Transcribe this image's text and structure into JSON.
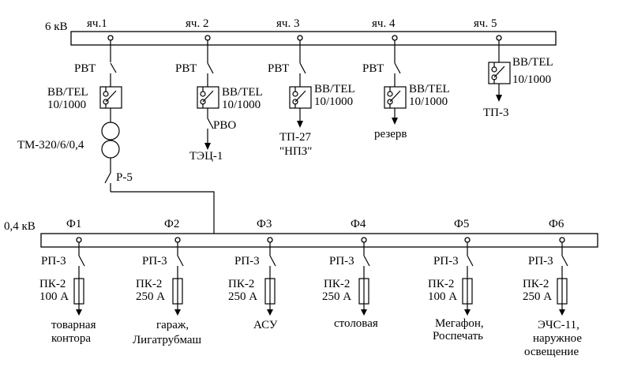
{
  "bus_hv": {
    "label": "6 кВ"
  },
  "bus_lv": {
    "label": "0,4 кВ"
  },
  "cells": [
    {
      "name": "яч.1",
      "disconnector": "РВТ",
      "breaker": "ВВ/TEL",
      "rating": "10/1000",
      "transformer": "ТМ-320/6/0,4",
      "lv_switch": "Р-5"
    },
    {
      "name": "яч. 2",
      "disconnector": "РВТ",
      "breaker": "ВВ/TEL",
      "rating": "10/1000",
      "extra_disconnector": "РВО",
      "dest": [
        "ТЭЦ-1"
      ]
    },
    {
      "name": "яч. 3",
      "disconnector": "РВТ",
      "breaker": "ВВ/TEL",
      "rating": "10/1000",
      "dest": [
        "ТП-27",
        "\"НПЗ\""
      ]
    },
    {
      "name": "яч. 4",
      "disconnector": "РВТ",
      "breaker": "ВВ/TEL",
      "rating": "10/1000",
      "dest": [
        "резерв"
      ]
    },
    {
      "name": "яч. 5",
      "breaker": "ВВ/TEL",
      "rating": "10/1000",
      "dest": [
        "ТП-3"
      ]
    }
  ],
  "feeders": [
    {
      "name": "Ф1",
      "switch": "РП-3",
      "fuse": "ПК-2",
      "current": "100 А",
      "dest": [
        "товарная",
        "контора"
      ]
    },
    {
      "name": "Ф2",
      "switch": "РП-3",
      "fuse": "ПК-2",
      "current": "250 А",
      "dest": [
        "гараж,",
        "Лигатрубмаш"
      ]
    },
    {
      "name": "Ф3",
      "switch": "РП-3",
      "fuse": "ПК-2",
      "current": "250 А",
      "dest": [
        "АСУ"
      ]
    },
    {
      "name": "Ф4",
      "switch": "РП-3",
      "fuse": "ПК-2",
      "current": "250 А",
      "dest": [
        "столовая"
      ]
    },
    {
      "name": "Ф5",
      "switch": "РП-3",
      "fuse": "ПК-2",
      "current": "100 А",
      "dest": [
        "Мегафон,",
        "Роспечать"
      ]
    },
    {
      "name": "Ф6",
      "switch": "РП-3",
      "fuse": "ПК-2",
      "current": "250 А",
      "dest": [
        "ЭЧС-11,",
        "наружное",
        "освещение"
      ]
    }
  ]
}
